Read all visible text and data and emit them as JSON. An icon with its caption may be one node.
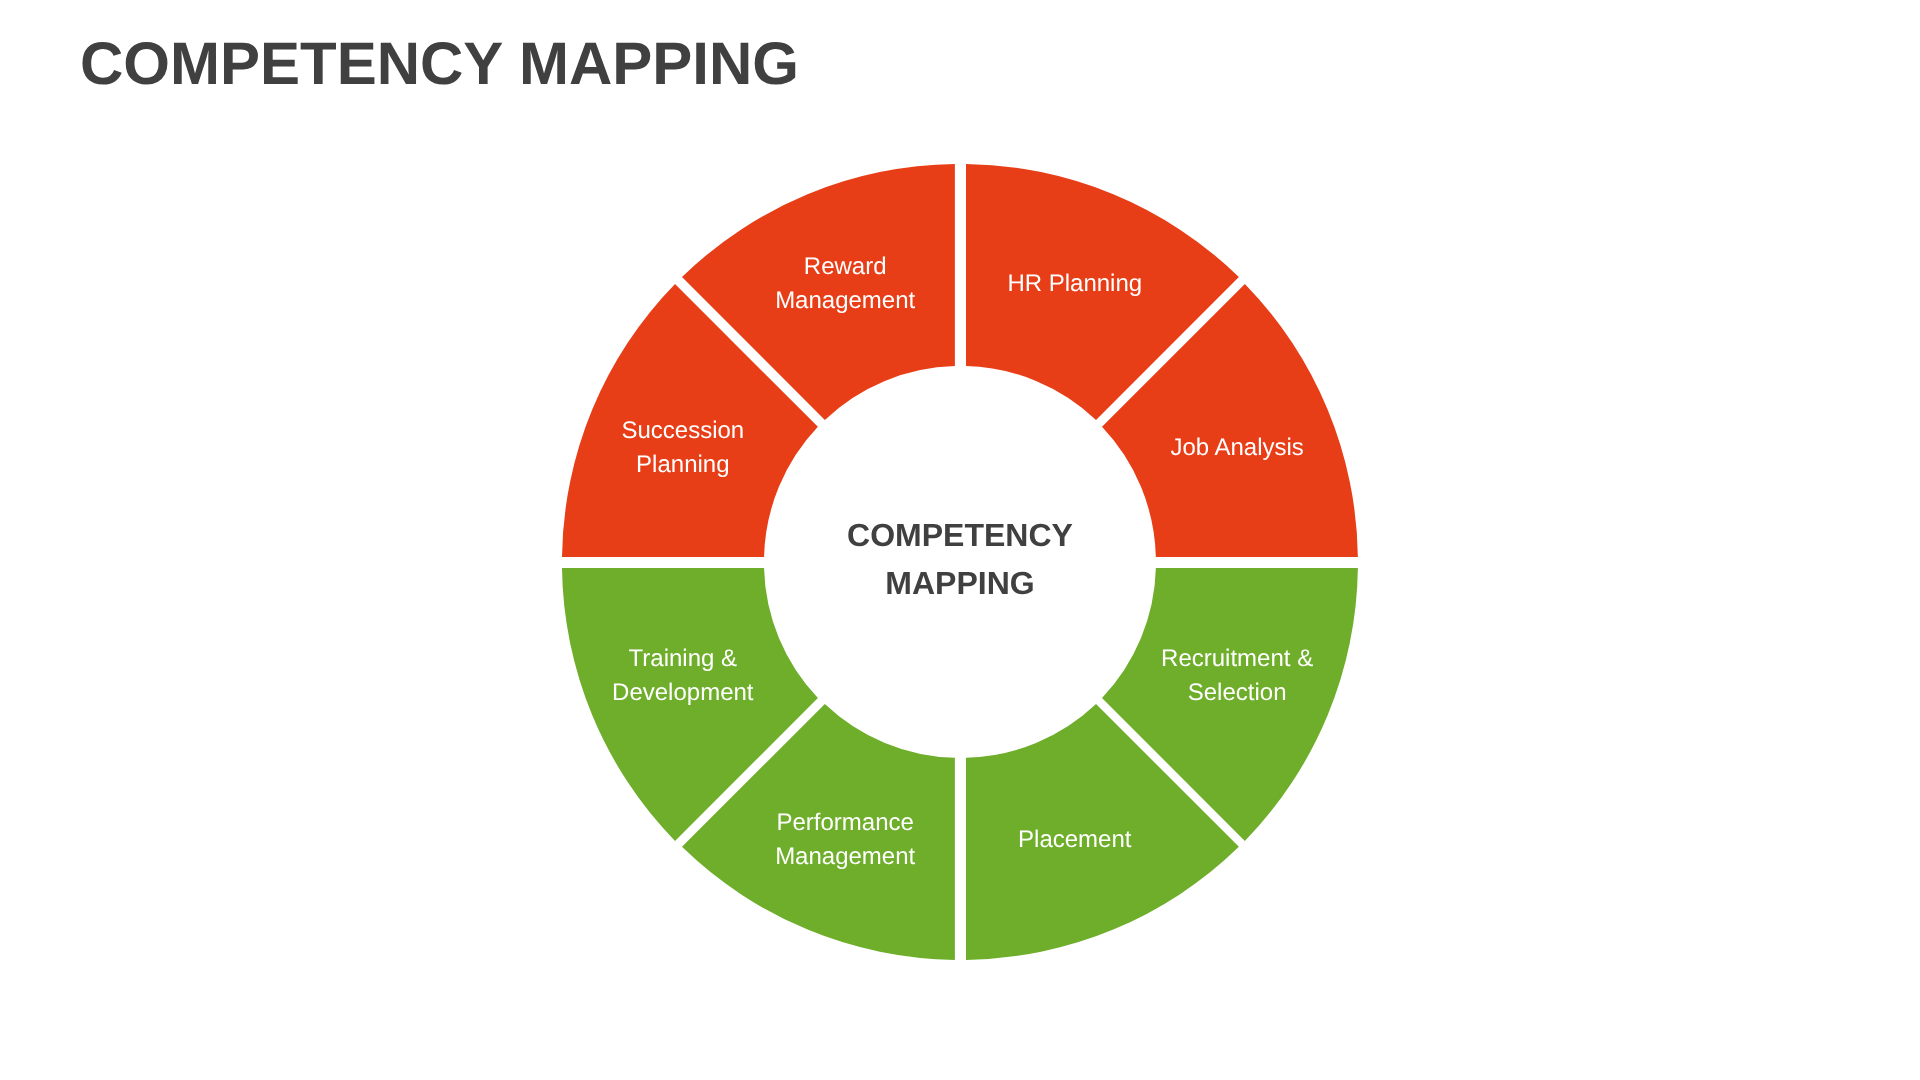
{
  "diagram": {
    "title": "COMPETENCY MAPPING",
    "nodes": [
      {
        "text": [
          "COMPETENCY MAPPING"
        ]
      },
      {
        "text": [
          "HR Planning"
        ]
      },
      {
        "text": [
          "Job Analysis"
        ]
      },
      {
        "text": [
          "Recruitment & Selection"
        ]
      },
      {
        "text": [
          "Placement"
        ]
      },
      {
        "text": [
          "Performance Management"
        ]
      },
      {
        "text": [
          "Training & Development"
        ]
      },
      {
        "text": [
          "Succession Planning"
        ]
      },
      {
        "text": [
          "Reward Management"
        ]
      }
    ]
  }
}
